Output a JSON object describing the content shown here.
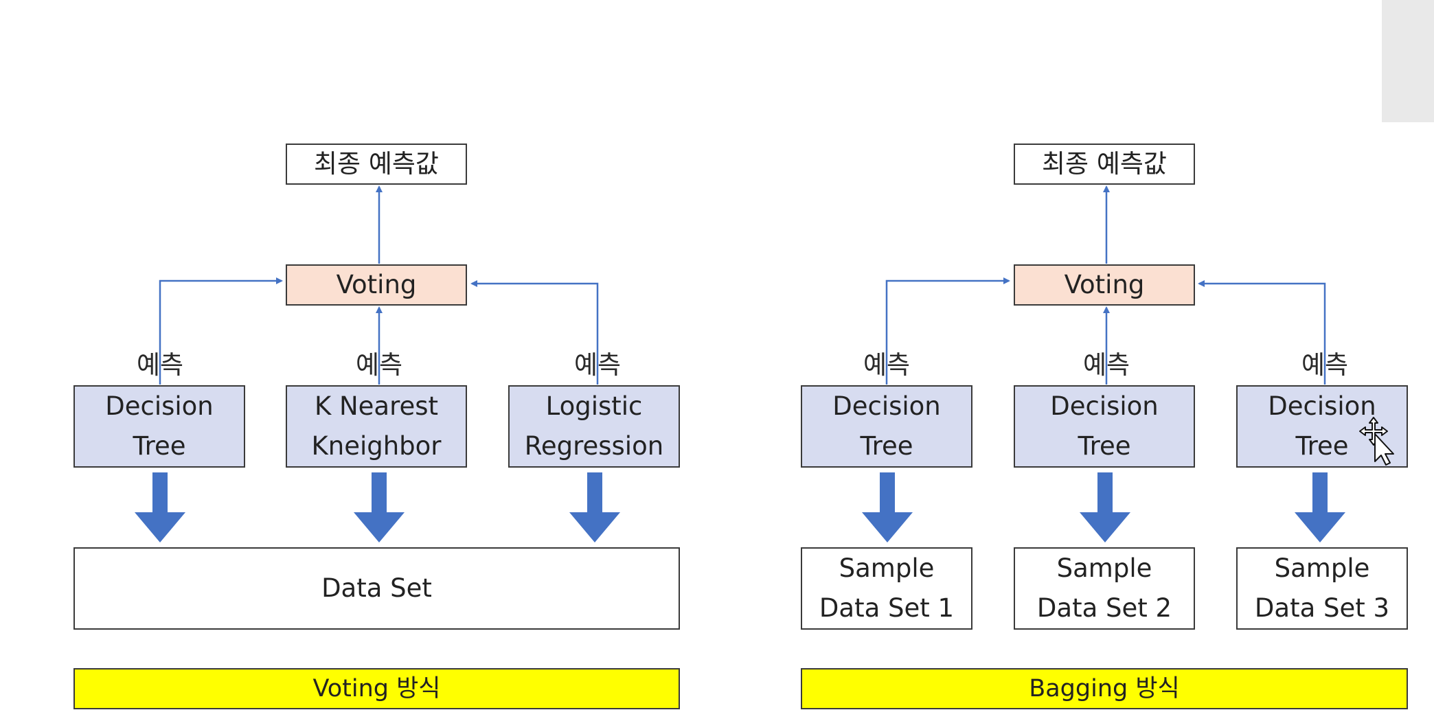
{
  "left": {
    "final_label": "최종 예측값",
    "voting_label": "Voting",
    "models": [
      {
        "line1": "Decision",
        "line2": "Tree",
        "pred_label": "예측"
      },
      {
        "line1": "K Nearest",
        "line2": "Kneighbor",
        "pred_label": "예측"
      },
      {
        "line1": "Logistic",
        "line2": "Regression",
        "pred_label": "예측"
      }
    ],
    "dataset_label": "Data Set",
    "caption": "Voting 방식"
  },
  "right": {
    "final_label": "최종 예측값",
    "voting_label": "Voting",
    "models": [
      {
        "line1": "Decision",
        "line2": "Tree",
        "pred_label": "예측"
      },
      {
        "line1": "Decision",
        "line2": "Tree",
        "pred_label": "예측"
      },
      {
        "line1": "Decision",
        "line2": "Tree",
        "pred_label": "예측"
      }
    ],
    "datasets": [
      {
        "line1": "Sample",
        "line2": "Data Set 1"
      },
      {
        "line1": "Sample",
        "line2": "Data Set 2"
      },
      {
        "line1": "Sample",
        "line2": "Data Set 3"
      }
    ],
    "caption": "Bagging 방식"
  },
  "colors": {
    "arrow_blue": "#4472c4",
    "voting_fill": "#fbe0d2",
    "model_fill": "#d7dcf0",
    "caption_fill": "#ffff00"
  }
}
